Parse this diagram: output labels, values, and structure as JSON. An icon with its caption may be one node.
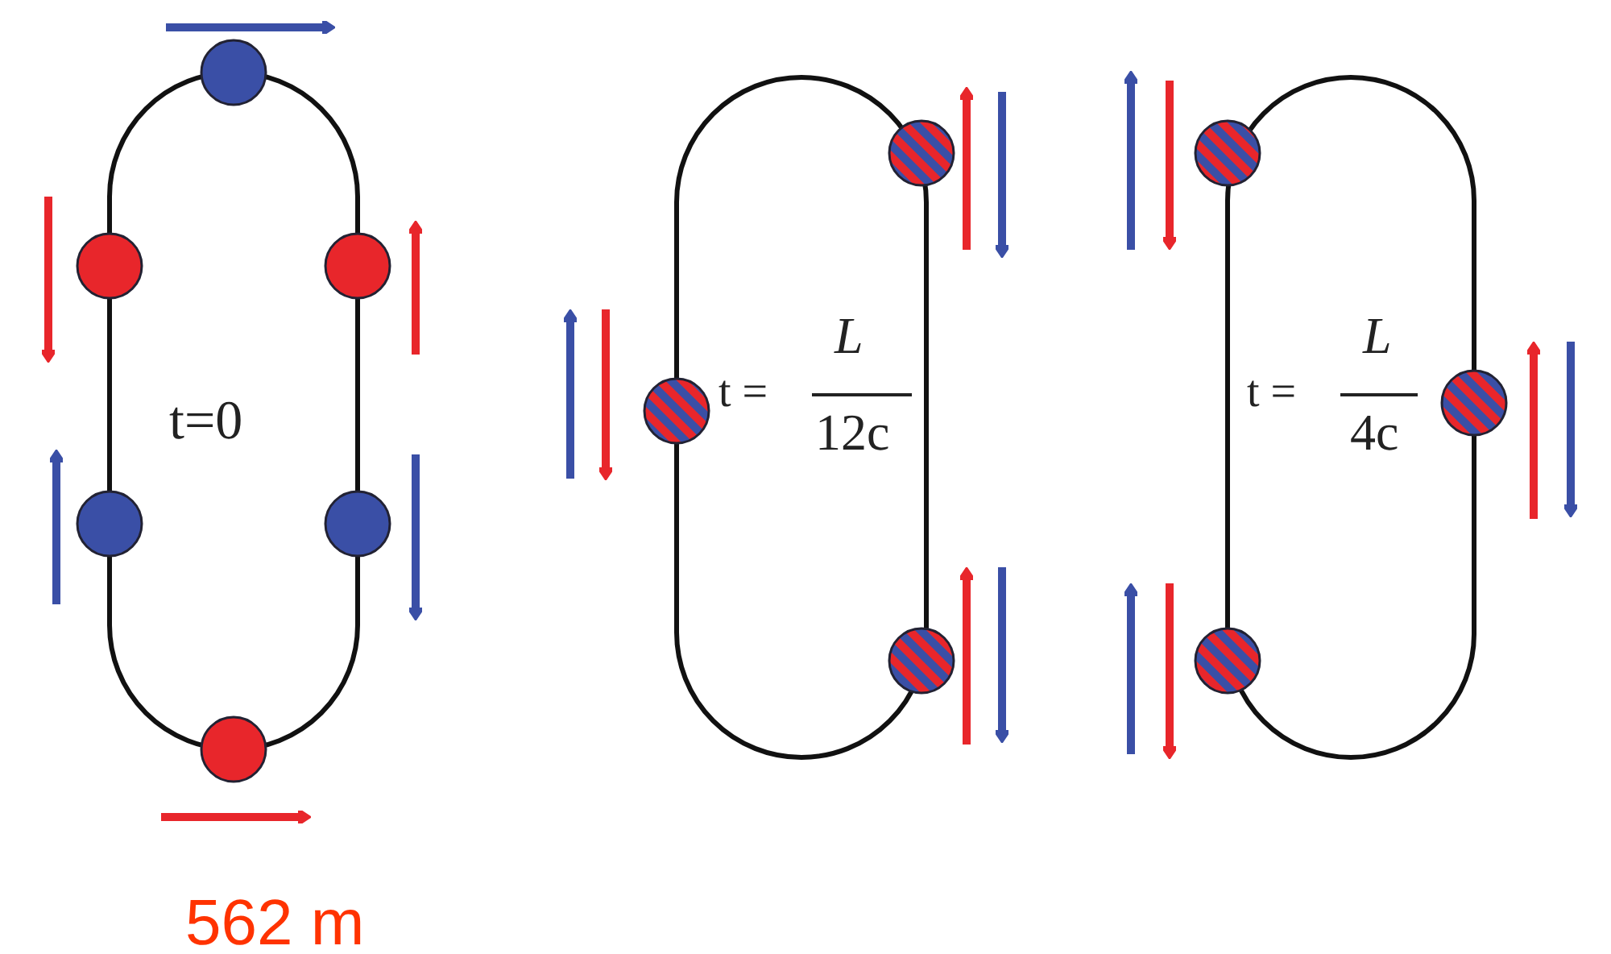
{
  "diagram": {
    "labels": [
      "t=0",
      "t =",
      "L",
      "12c",
      "t =",
      "L",
      "4c",
      "562 m"
    ]
  }
}
